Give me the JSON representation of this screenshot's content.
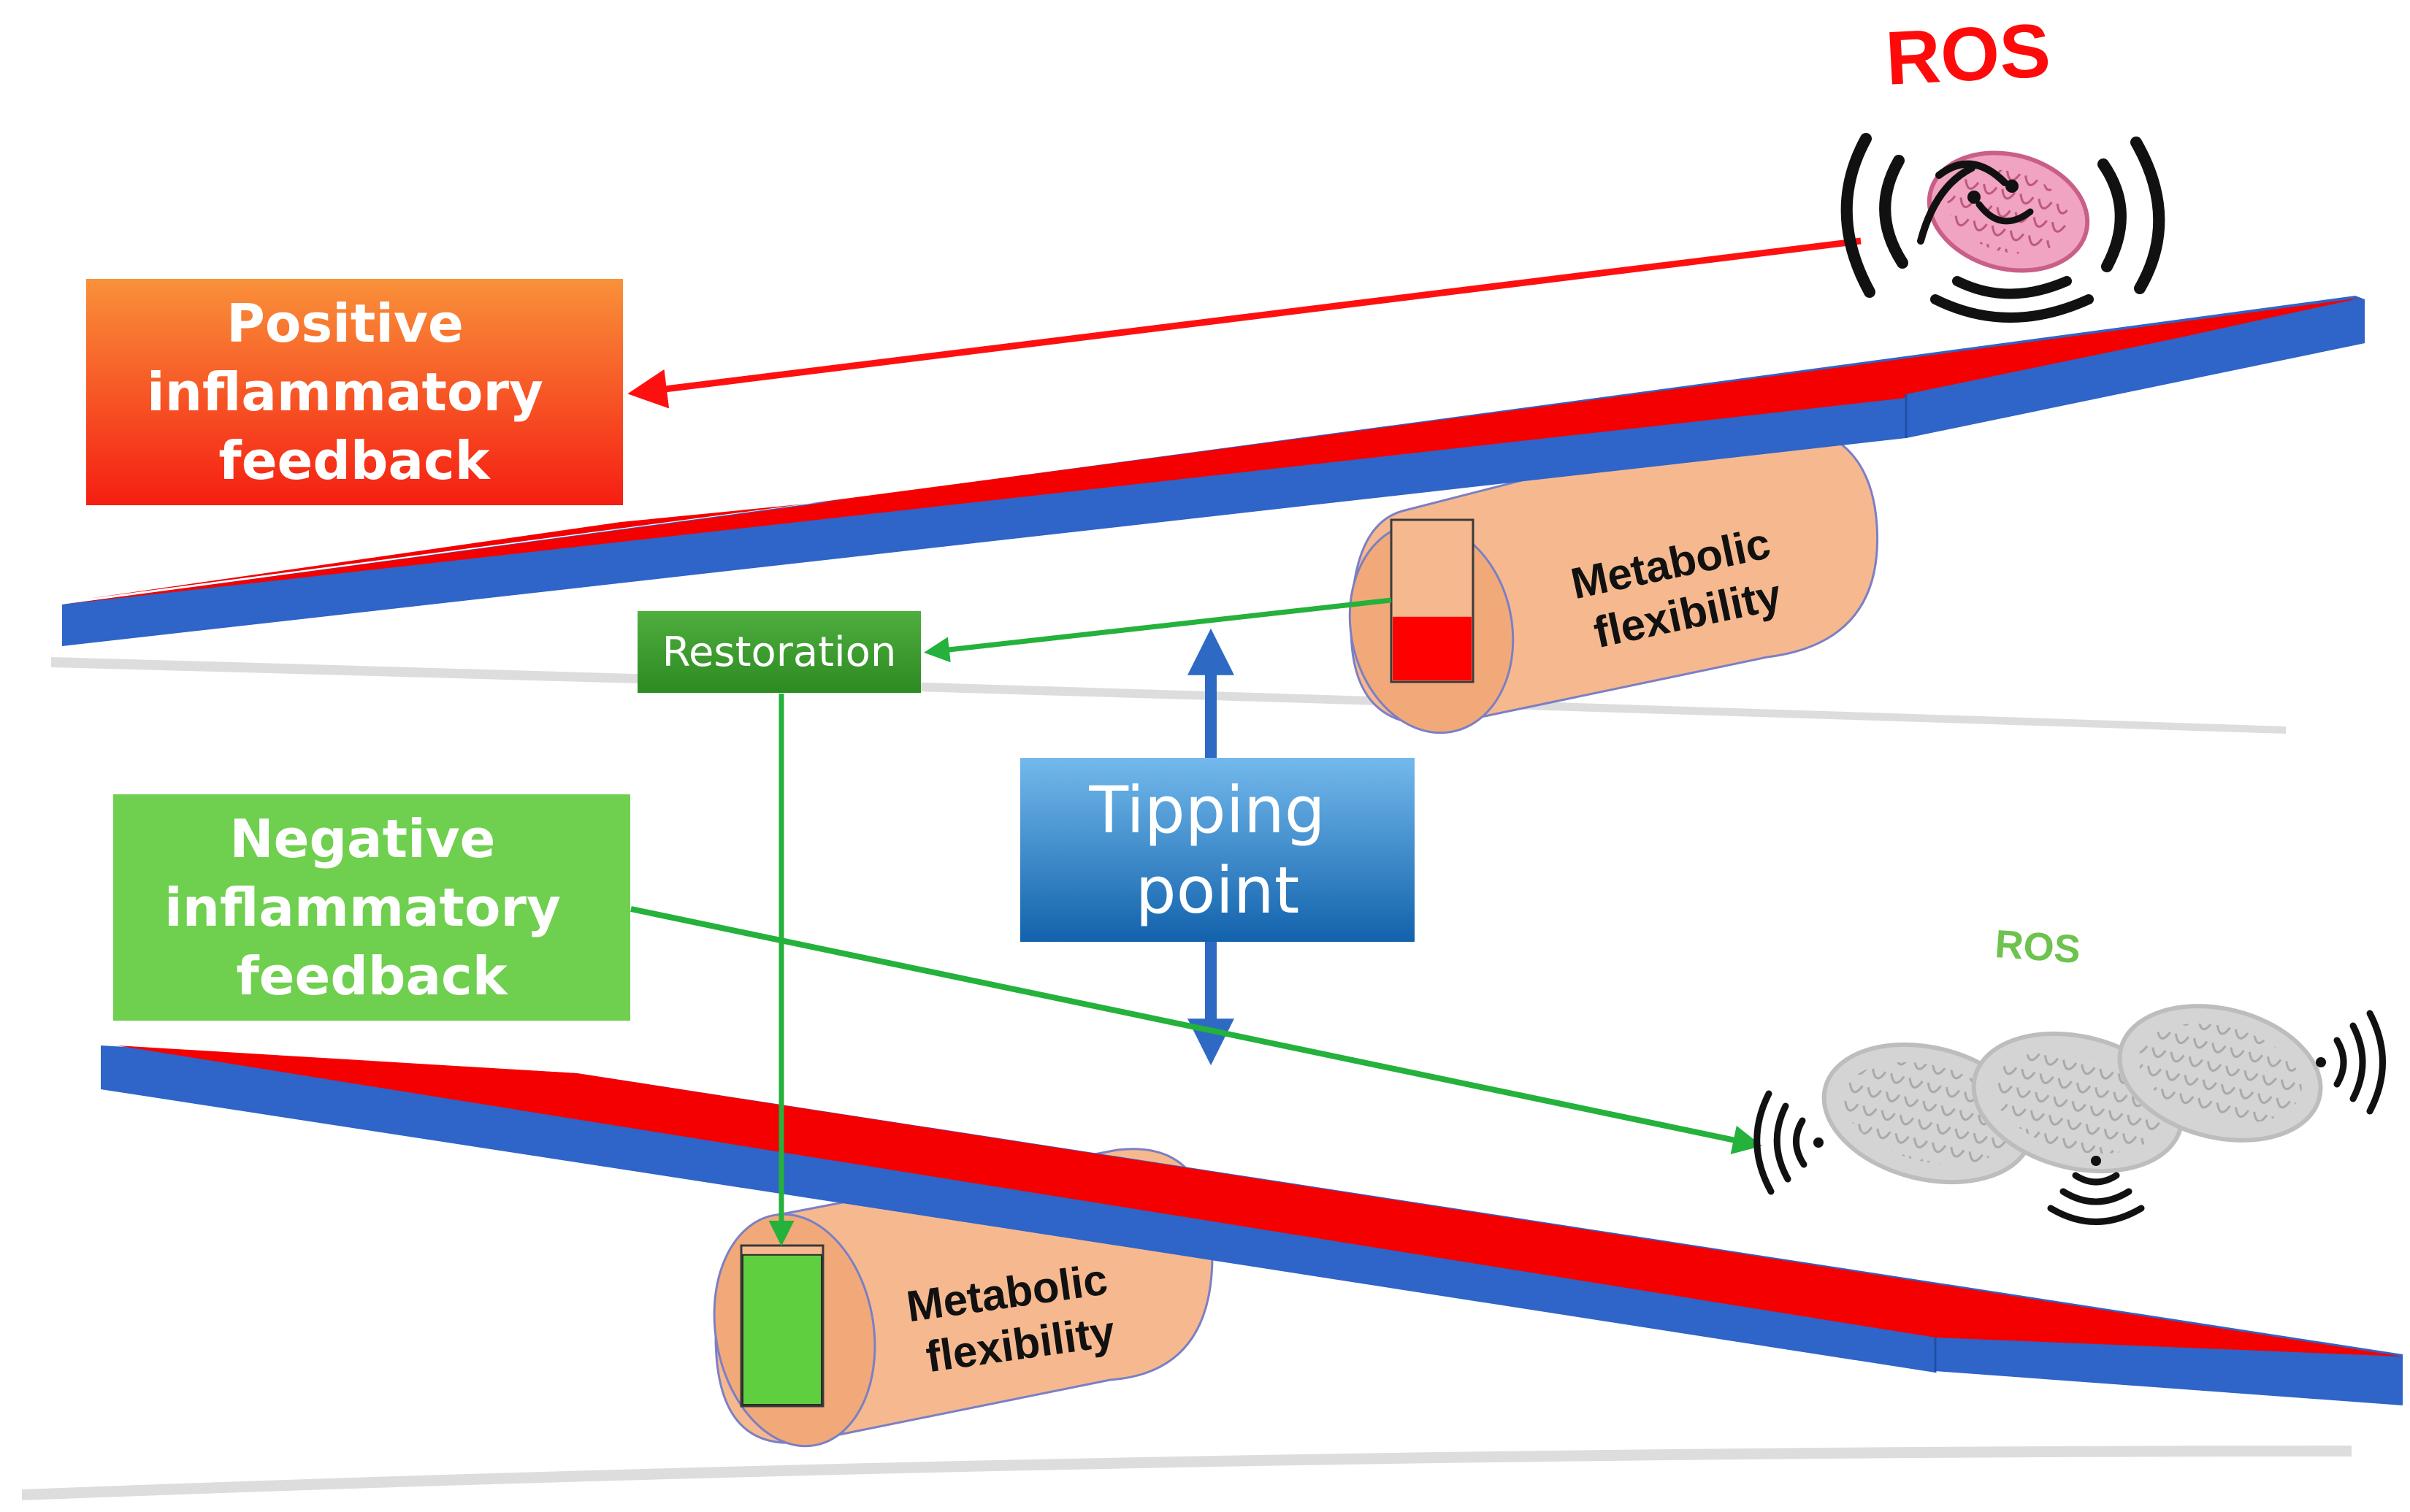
{
  "title": "",
  "colors": {
    "plank_top": "#f40000",
    "plank_side": "#2f64c8",
    "cylinder": "#f6b98f",
    "cylinder_edge": "#7b7fc4",
    "positive_box_top": "#f9913a",
    "positive_box_bottom": "#f51e12",
    "negative_box": "#6fcf4e",
    "restoration_box": "#3a9a2c",
    "tipping_box_top": "#6fb6ea",
    "tipping_box_bottom": "#1466b0",
    "red_arrow": "#ff1010",
    "green_arrow": "#24b13c",
    "blue_arrow": "#2e69c4",
    "ros_high": "#ff0a0a",
    "ros_low": "#6ec24e",
    "gauge_low": "#ff0000",
    "gauge_full": "#5fcf3f"
  },
  "labels": {
    "positive": [
      "Positive",
      "inflammatory",
      "feedback"
    ],
    "negative": [
      "Negative",
      "inflammatory",
      "feedback"
    ],
    "restoration": "Restoration",
    "tipping": [
      "Tipping",
      "point"
    ],
    "cylinder_top": [
      "Metabolic",
      "flexibility"
    ],
    "cylinder_bottom": [
      "Metabolic",
      "flexibility"
    ],
    "ros_top": "ROS",
    "ros_bottom": "ROS"
  },
  "gauges": {
    "top_fill_fraction": 0.4,
    "bottom_fill_fraction": 0.95
  },
  "icons": {
    "top": "stressed-mitochondrion-icon",
    "bottom": "healthy-mitochondria-icon"
  }
}
